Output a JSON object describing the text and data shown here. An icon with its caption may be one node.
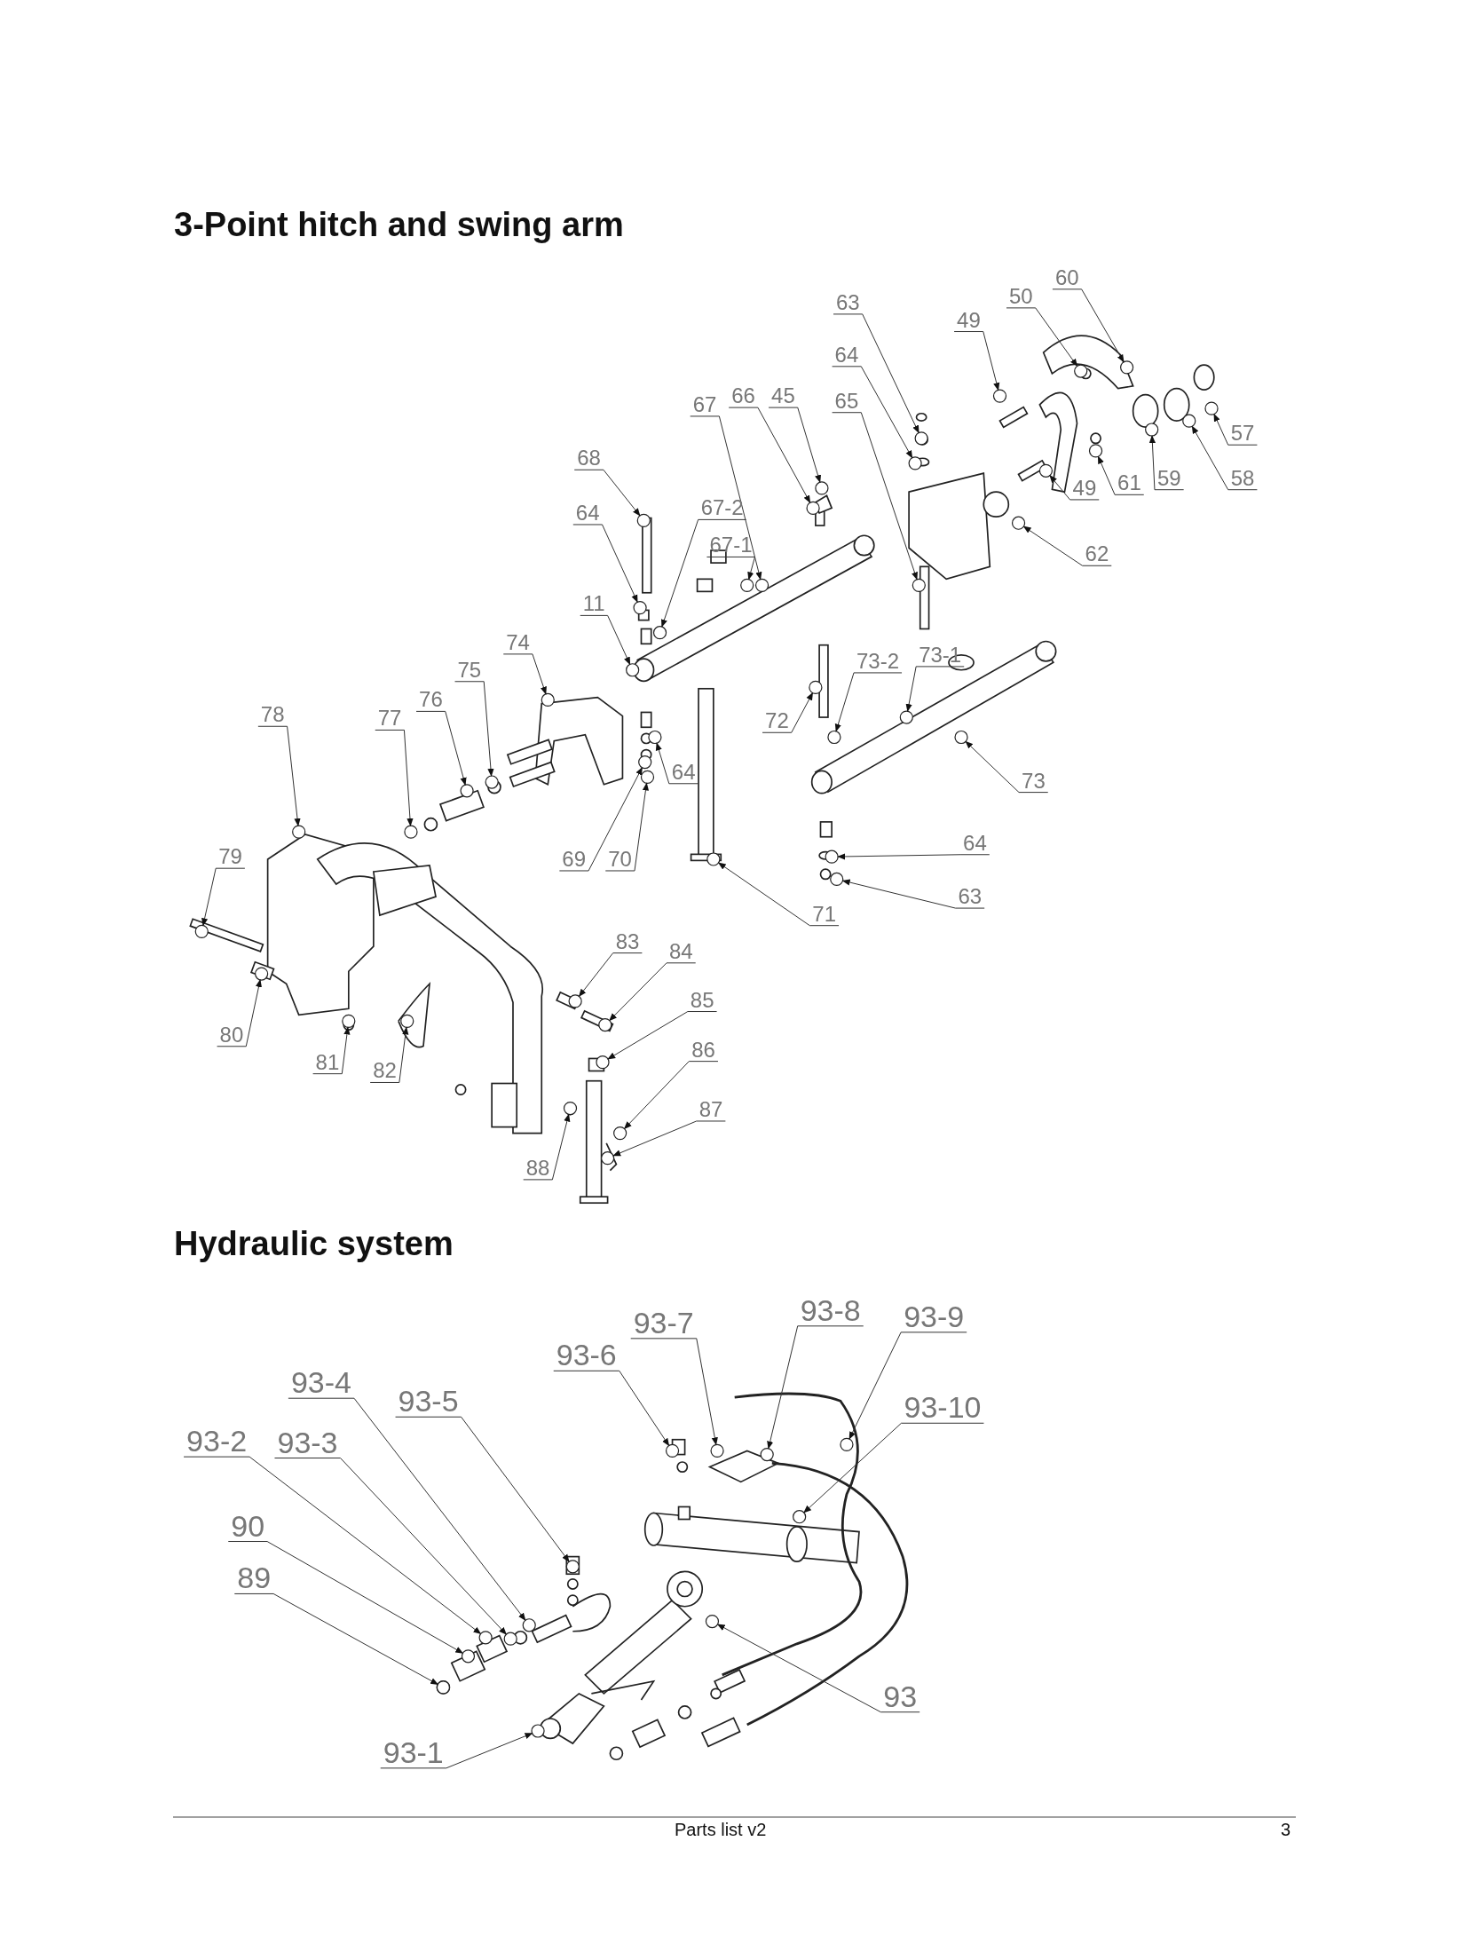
{
  "diagram": {
    "nodes": [
      {
        "text": [
          "60"
        ]
      },
      {
        "text": [
          "50"
        ]
      },
      {
        "text": [
          "49"
        ]
      },
      {
        "text": [
          "63"
        ]
      },
      {
        "text": [
          "64"
        ]
      },
      {
        "text": [
          "65"
        ]
      },
      {
        "text": [
          "67"
        ]
      },
      {
        "text": [
          "66"
        ]
      },
      {
        "text": [
          "45"
        ]
      },
      {
        "text": [
          "68"
        ]
      },
      {
        "text": [
          "64"
        ]
      },
      {
        "text": [
          "67-2"
        ]
      },
      {
        "text": [
          "67-1"
        ]
      },
      {
        "text": [
          "11"
        ]
      },
      {
        "text": [
          "57"
        ]
      },
      {
        "text": [
          "58"
        ]
      },
      {
        "text": [
          "59"
        ]
      },
      {
        "text": [
          "61"
        ]
      },
      {
        "text": [
          "49"
        ]
      },
      {
        "text": [
          "62"
        ]
      },
      {
        "text": [
          "74"
        ]
      },
      {
        "text": [
          "75"
        ]
      },
      {
        "text": [
          "76"
        ]
      },
      {
        "text": [
          "77"
        ]
      },
      {
        "text": [
          "78"
        ]
      },
      {
        "text": [
          "73-2"
        ]
      },
      {
        "text": [
          "73-1"
        ]
      },
      {
        "text": [
          "72"
        ]
      },
      {
        "text": [
          "73"
        ]
      },
      {
        "text": [
          "64"
        ]
      },
      {
        "text": [
          "69"
        ]
      },
      {
        "text": [
          "70"
        ]
      },
      {
        "text": [
          "64"
        ]
      },
      {
        "text": [
          "63"
        ]
      },
      {
        "text": [
          "71"
        ]
      },
      {
        "text": [
          "79"
        ]
      },
      {
        "text": [
          "80"
        ]
      },
      {
        "text": [
          "81"
        ]
      },
      {
        "text": [
          "82"
        ]
      },
      {
        "text": [
          "83"
        ]
      },
      {
        "text": [
          "84"
        ]
      },
      {
        "text": [
          "85"
        ]
      },
      {
        "text": [
          "86"
        ]
      },
      {
        "text": [
          "87"
        ]
      },
      {
        "text": [
          "88"
        ]
      },
      {
        "text": [
          "93-8"
        ]
      },
      {
        "text": [
          "93-9"
        ]
      },
      {
        "text": [
          "93-7"
        ]
      },
      {
        "text": [
          "93-6"
        ]
      },
      {
        "text": [
          "93-10"
        ]
      },
      {
        "text": [
          "93-4"
        ]
      },
      {
        "text": [
          "93-5"
        ]
      },
      {
        "text": [
          "93-2"
        ]
      },
      {
        "text": [
          "93-3"
        ]
      },
      {
        "text": [
          "90"
        ]
      },
      {
        "text": [
          "89"
        ]
      },
      {
        "text": [
          "93"
        ]
      },
      {
        "text": [
          "93-1"
        ]
      },
      {
        "text": [],
        "shape": "circle"
      },
      {
        "text": [],
        "shape": "circle"
      },
      {
        "text": [],
        "shape": "circle"
      },
      {
        "text": [],
        "shape": "circle"
      },
      {
        "text": [],
        "shape": "circle"
      },
      {
        "text": [],
        "shape": "circle"
      },
      {
        "text": [],
        "shape": "circle"
      },
      {
        "text": [],
        "shape": "circle"
      },
      {
        "text": [],
        "shape": "circle"
      },
      {
        "text": [],
        "shape": "circle"
      },
      {
        "text": [],
        "shape": "circle"
      },
      {
        "text": [],
        "shape": "circle"
      },
      {
        "text": [],
        "shape": "circle"
      },
      {
        "text": [],
        "shape": "circle"
      },
      {
        "text": [],
        "shape": "circle"
      },
      {
        "text": [],
        "shape": "circle"
      },
      {
        "text": [],
        "shape": "circle"
      },
      {
        "text": [],
        "shape": "circle"
      },
      {
        "text": [],
        "shape": "circle"
      },
      {
        "text": [],
        "shape": "circle"
      },
      {
        "text": [],
        "shape": "circle"
      },
      {
        "text": [],
        "shape": "circle"
      },
      {
        "text": [],
        "shape": "circle"
      },
      {
        "text": [],
        "shape": "circle"
      },
      {
        "text": [],
        "shape": "circle"
      },
      {
        "text": [],
        "shape": "circle"
      },
      {
        "text": [],
        "shape": "circle"
      },
      {
        "text": [],
        "shape": "circle"
      },
      {
        "text": [],
        "shape": "circle"
      },
      {
        "text": [],
        "shape": "circle"
      },
      {
        "text": [],
        "shape": "circle"
      },
      {
        "text": [],
        "shape": "circle"
      },
      {
        "text": [],
        "shape": "circle"
      },
      {
        "text": [],
        "shape": "circle"
      },
      {
        "text": [],
        "shape": "circle"
      },
      {
        "text": [],
        "shape": "circle"
      },
      {
        "text": [],
        "shape": "circle"
      },
      {
        "text": [],
        "shape": "circle"
      },
      {
        "text": [],
        "shape": "circle"
      },
      {
        "text": [],
        "shape": "circle"
      },
      {
        "text": [],
        "shape": "circle"
      },
      {
        "text": [],
        "shape": "circle"
      },
      {
        "text": [],
        "shape": "circle"
      },
      {
        "text": [],
        "shape": "circle"
      },
      {
        "text": [],
        "shape": "circle"
      },
      {
        "text": [],
        "shape": "circle"
      },
      {
        "text": [],
        "shape": "circle"
      },
      {
        "text": [],
        "shape": "circle"
      },
      {
        "text": [],
        "shape": "circle"
      },
      {
        "text": [],
        "shape": "circle"
      },
      {
        "text": [],
        "shape": "circle"
      },
      {
        "text": [],
        "shape": "circle"
      },
      {
        "text": [],
        "shape": "circle"
      },
      {
        "text": [],
        "shape": "circle"
      },
      {
        "text": [],
        "shape": "circle"
      },
      {
        "text": [],
        "shape": "circle"
      },
      {
        "text": [],
        "shape": "circle"
      },
      {
        "text": [],
        "shape": "circle"
      }
    ],
    "edges": [
      {
        "from": 0,
        "to": 58,
        "arrow": "to"
      },
      {
        "from": 1,
        "to": 59,
        "arrow": "to"
      },
      {
        "from": 2,
        "to": 60,
        "arrow": "to"
      },
      {
        "from": 3,
        "to": 61,
        "arrow": "to"
      },
      {
        "from": 4,
        "to": 62,
        "arrow": "to"
      },
      {
        "from": 5,
        "to": 63,
        "arrow": "to"
      },
      {
        "from": 6,
        "to": 64,
        "arrow": "to"
      },
      {
        "from": 7,
        "to": 65,
        "arrow": "to"
      },
      {
        "from": 8,
        "to": 66,
        "arrow": "to"
      },
      {
        "from": 9,
        "to": 67,
        "arrow": "to"
      },
      {
        "from": 10,
        "to": 68,
        "arrow": "to"
      },
      {
        "from": 11,
        "to": 69,
        "arrow": "to"
      },
      {
        "from": 12,
        "to": 70,
        "arrow": "to"
      },
      {
        "from": 13,
        "to": 71,
        "arrow": "to"
      },
      {
        "from": 14,
        "to": 72,
        "arrow": "to"
      },
      {
        "from": 15,
        "to": 73,
        "arrow": "to"
      },
      {
        "from": 16,
        "to": 74,
        "arrow": "to"
      },
      {
        "from": 17,
        "to": 75,
        "arrow": "to"
      },
      {
        "from": 18,
        "to": 76,
        "arrow": "to"
      },
      {
        "from": 19,
        "to": 77,
        "arrow": "to"
      },
      {
        "from": 20,
        "to": 78,
        "arrow": "to"
      },
      {
        "from": 21,
        "to": 79,
        "arrow": "to"
      },
      {
        "from": 22,
        "to": 80,
        "arrow": "to"
      },
      {
        "from": 23,
        "to": 81,
        "arrow": "to"
      },
      {
        "from": 24,
        "to": 82,
        "arrow": "to"
      },
      {
        "from": 25,
        "to": 83,
        "arrow": "to"
      },
      {
        "from": 26,
        "to": 84,
        "arrow": "to"
      },
      {
        "from": 27,
        "to": 85,
        "arrow": "to"
      },
      {
        "from": 28,
        "to": 86,
        "arrow": "to"
      },
      {
        "from": 29,
        "to": 87,
        "arrow": "to"
      },
      {
        "from": 30,
        "to": 88,
        "arrow": "to"
      },
      {
        "from": 31,
        "to": 89,
        "arrow": "to"
      },
      {
        "from": 32,
        "to": 90,
        "arrow": "to"
      },
      {
        "from": 33,
        "to": 91,
        "arrow": "to"
      },
      {
        "from": 34,
        "to": 92,
        "arrow": "to"
      },
      {
        "from": 35,
        "to": 93,
        "arrow": "to"
      },
      {
        "from": 36,
        "to": 94,
        "arrow": "to"
      },
      {
        "from": 37,
        "to": 95,
        "arrow": "to"
      },
      {
        "from": 38,
        "to": 96,
        "arrow": "to"
      },
      {
        "from": 39,
        "to": 97,
        "arrow": "to"
      },
      {
        "from": 40,
        "to": 98,
        "arrow": "to"
      },
      {
        "from": 41,
        "to": 99,
        "arrow": "to"
      },
      {
        "from": 42,
        "to": 100,
        "arrow": "to"
      },
      {
        "from": 43,
        "to": 101,
        "arrow": "to"
      },
      {
        "from": 44,
        "to": 102,
        "arrow": "to"
      },
      {
        "from": 45,
        "to": 103,
        "arrow": "to"
      },
      {
        "from": 46,
        "to": 104,
        "arrow": "to"
      },
      {
        "from": 47,
        "to": 105,
        "arrow": "to"
      },
      {
        "from": 48,
        "to": 106,
        "arrow": "to"
      },
      {
        "from": 49,
        "to": 107,
        "arrow": "to"
      },
      {
        "from": 50,
        "to": 108,
        "arrow": "to"
      },
      {
        "from": 51,
        "to": 109,
        "arrow": "to"
      },
      {
        "from": 52,
        "to": 110,
        "arrow": "to"
      },
      {
        "from": 53,
        "to": 111,
        "arrow": "to"
      },
      {
        "from": 54,
        "to": 112,
        "arrow": "to"
      },
      {
        "from": 55,
        "to": 113,
        "arrow": "to"
      },
      {
        "from": 56,
        "to": 114,
        "arrow": "to"
      },
      {
        "from": 57,
        "to": 115,
        "arrow": "to"
      }
    ],
    "labels": [
      "3-Point hitch and swing arm",
      "Hydraulic system",
      "Parts list v2",
      "3"
    ]
  }
}
